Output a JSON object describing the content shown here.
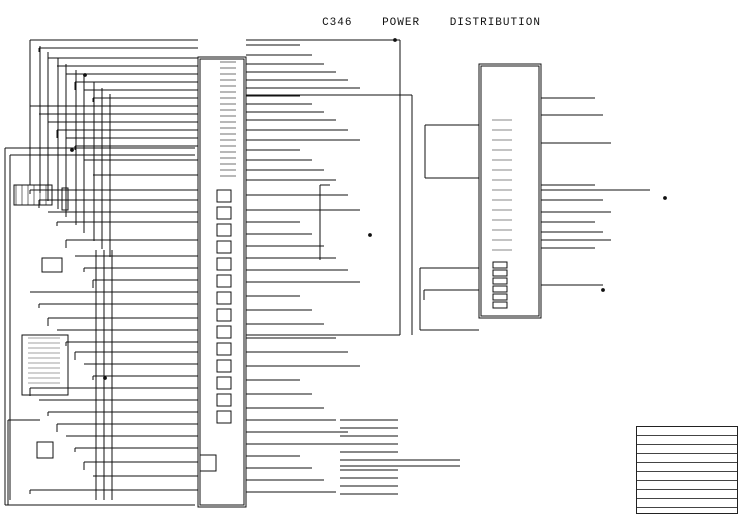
{
  "diagram": {
    "title_left": "C346",
    "title_middle": "POWER",
    "title_right": "DISTRIBUTION"
  },
  "colors": {
    "ink": "#111111",
    "paper": "#ffffff"
  }
}
